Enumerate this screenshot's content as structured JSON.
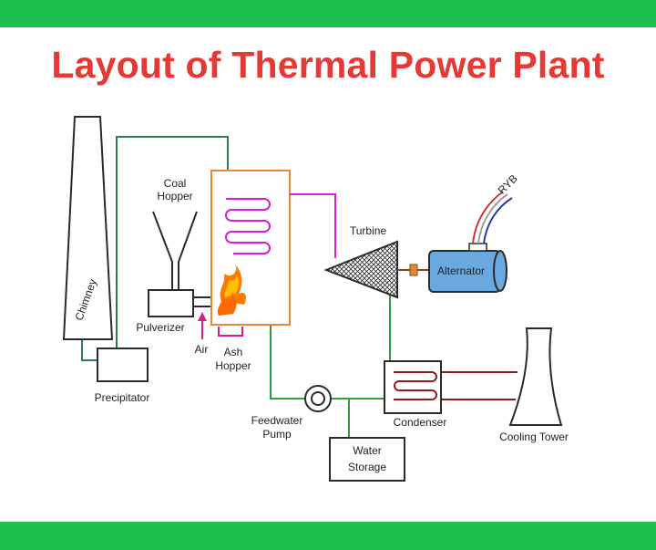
{
  "title": "Layout of Thermal Power Plant",
  "labels": {
    "chimney": "Chimney",
    "coal_hopper_line1": "Coal",
    "coal_hopper_line2": "Hopper",
    "pulverizer": "Pulverizer",
    "air": "Air",
    "ash_hopper_line1": "Ash",
    "ash_hopper_line2": "Hopper",
    "precipitator": "Precipitator",
    "turbine": "Turbine",
    "alternator": "Alternator",
    "ryb": "RYB",
    "feedwater_pump_line1": "Feedwater",
    "feedwater_pump_line2": "Pump",
    "condenser": "Condenser",
    "cooling_tower": "Cooling Tower",
    "water_storage_line1": "Water",
    "water_storage_line2": "Storage"
  },
  "colors": {
    "band": "#1ec04f",
    "title": "#e53935",
    "flue_gas_pipe": "#2e7d4f",
    "steam_pipe": "#d61fd6",
    "water_pipe": "#2e9e3e",
    "condenser_pipe": "#8b1c1c",
    "boiler_outline": "#e08a3a",
    "alternator_fill": "#6aa8e0",
    "flame": "#ff7a00",
    "cable_red": "#d32f2f",
    "cable_blue": "#1e3fa0"
  }
}
